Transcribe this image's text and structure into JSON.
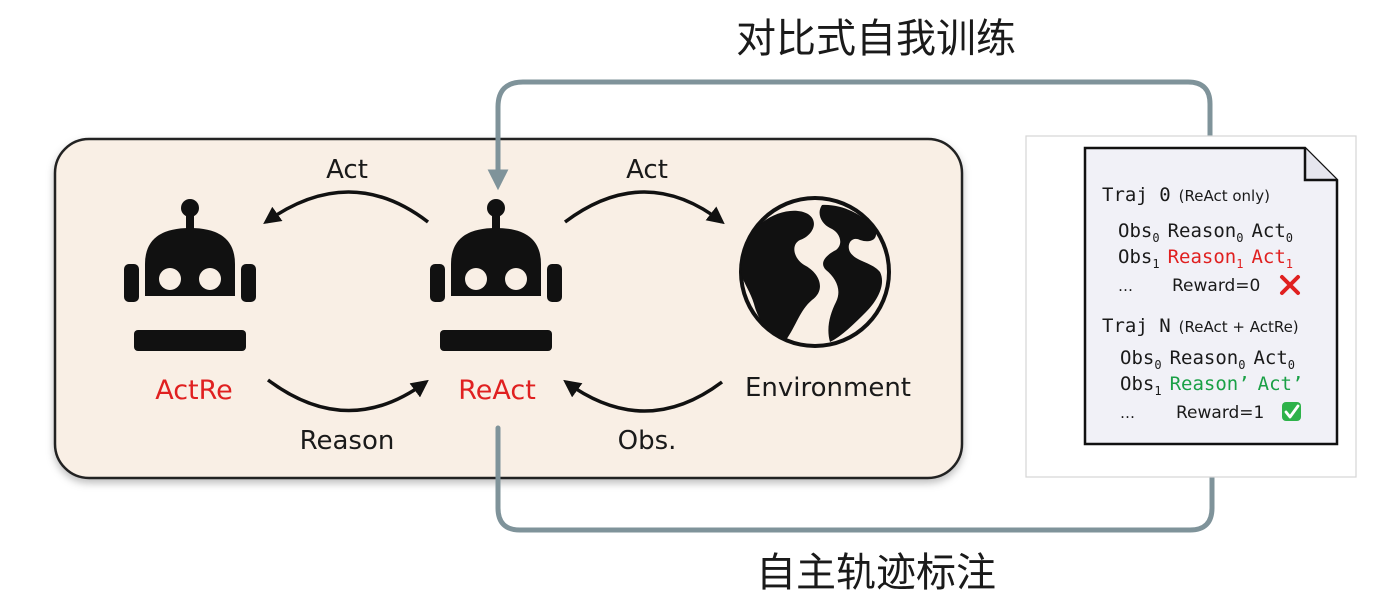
{
  "top_label": "对比式自我训练",
  "bottom_label": "自主轨迹标注",
  "agents": {
    "actre": "ActRe",
    "react": "ReAct",
    "environment": "Environment"
  },
  "edges": {
    "react_to_actre": "Act",
    "actre_to_react": "Reason",
    "react_to_env": "Act",
    "env_to_react": "Obs."
  },
  "document": {
    "traj0": {
      "title": "Traj 0",
      "note": "(ReAct only)",
      "row1": {
        "obs": "Obs",
        "obs_sub": "0",
        "reason": "Reason",
        "reason_sub": "0",
        "act": "Act",
        "act_sub": "0"
      },
      "row2": {
        "obs": "Obs",
        "obs_sub": "1",
        "reason": "Reason",
        "reason_sub": "1",
        "act": "Act",
        "act_sub": "1"
      },
      "ellipsis": "…",
      "reward": "Reward=0",
      "status_icon": "cross-icon"
    },
    "trajN": {
      "title": "Traj N",
      "note": "(ReAct + ActRe)",
      "row1": {
        "obs": "Obs",
        "obs_sub": "0",
        "reason": "Reason",
        "reason_sub": "0",
        "act": "Act",
        "act_sub": "0"
      },
      "row2": {
        "obs": "Obs",
        "obs_sub": "1",
        "reason": "Reason’",
        "act": "Act’"
      },
      "ellipsis": "…",
      "reward": "Reward=1",
      "status_icon": "check-icon"
    }
  },
  "colors": {
    "highlight_red": "#e02020",
    "highlight_green": "#1aa046",
    "panel_bg": "#f9efe5",
    "flow_arrow": "#7f939a"
  }
}
